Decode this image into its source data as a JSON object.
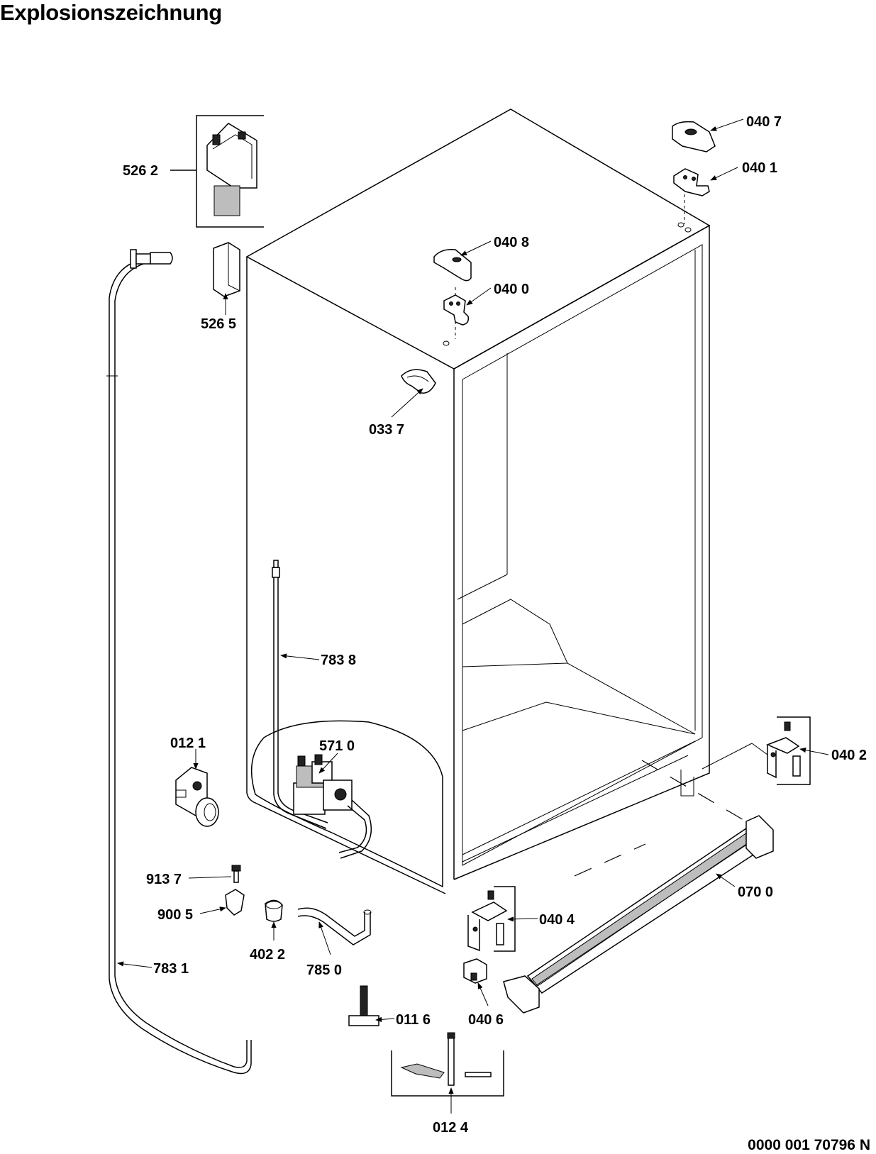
{
  "title": "Explosionszeichnung",
  "document_number": "0000 001 70796 N",
  "parts": {
    "p5262": "526 2",
    "p5265": "526 5",
    "p0407": "040 7",
    "p0401": "040 1",
    "p0408": "040 8",
    "p0400": "040 0",
    "p0337": "033 7",
    "p7838": "783 8",
    "p0121": "012 1",
    "p5710": "571 0",
    "p0402": "040 2",
    "p9137": "913 7",
    "p9005": "900 5",
    "p4022": "402 2",
    "p7850": "785 0",
    "p7831": "783 1",
    "p0404": "040 4",
    "p0700": "070 0",
    "p0406": "040 6",
    "p0116": "011 6",
    "p0124": "012 4"
  }
}
